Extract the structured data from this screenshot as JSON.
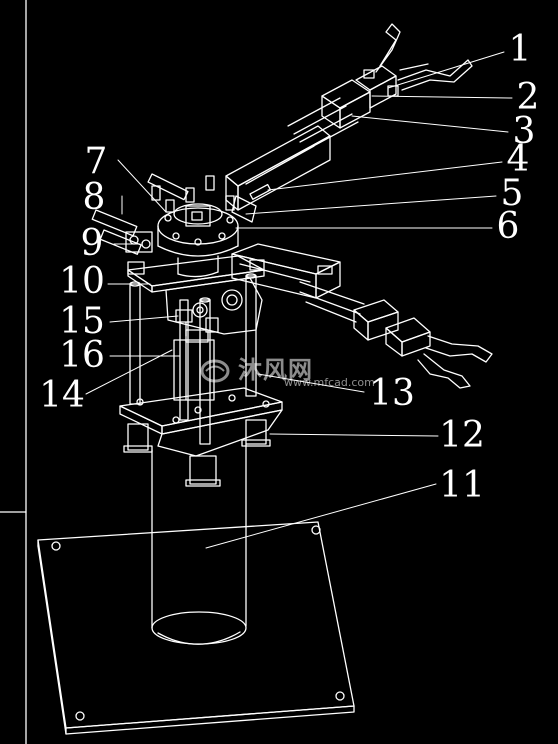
{
  "callouts": [
    "1",
    "2",
    "3",
    "4",
    "5",
    "6",
    "7",
    "8",
    "9",
    "10",
    "11",
    "12",
    "13",
    "14",
    "15",
    "16"
  ],
  "watermark": {
    "cn": "沐风网",
    "en": "www.mfcad.com"
  },
  "colors": {
    "background": "#000000",
    "lines": "#ffffff",
    "watermark": "#bbbbbb"
  }
}
